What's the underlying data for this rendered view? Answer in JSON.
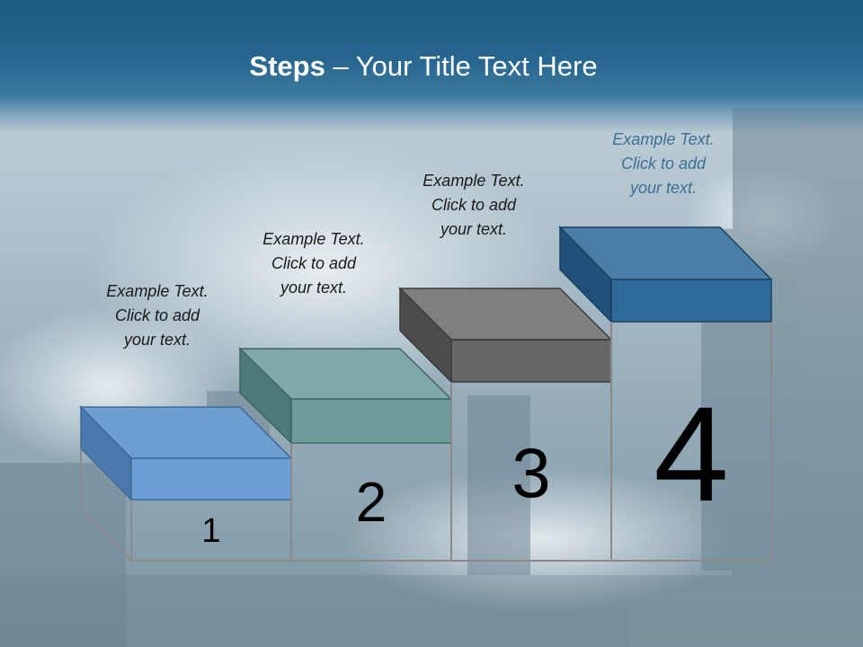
{
  "slide": {
    "title_bold": "Steps",
    "title_rest": " – Your Title Text Here"
  },
  "steps": [
    {
      "number": "1",
      "caption": "Example Text.\nClick  to add\nyour text.",
      "top_color": "#6e9fd3",
      "side_color": "#4a79ad",
      "front_color": "#6b9fd6"
    },
    {
      "number": "2",
      "caption": "Example Text.\nClick  to add\nyour text.",
      "top_color": "#7ea9a6",
      "side_color": "#4b7a78",
      "front_color": "#6e9d99"
    },
    {
      "number": "3",
      "caption": "Example Text.\nClick  to add\nyour text.",
      "top_color": "#7f7f7f",
      "side_color": "#4d4d4d",
      "front_color": "#666666"
    },
    {
      "number": "4",
      "caption": "Example Text.\nClick  to add\nyour text.",
      "top_color": "#4a7ea8",
      "side_color": "#21507a",
      "front_color": "#2f6a99"
    }
  ],
  "colors": {
    "title_band": "#27668f",
    "step_outline": "#8a8a8a",
    "caption_dark": "#1a1a1a",
    "caption_light": "#3d6e95"
  }
}
